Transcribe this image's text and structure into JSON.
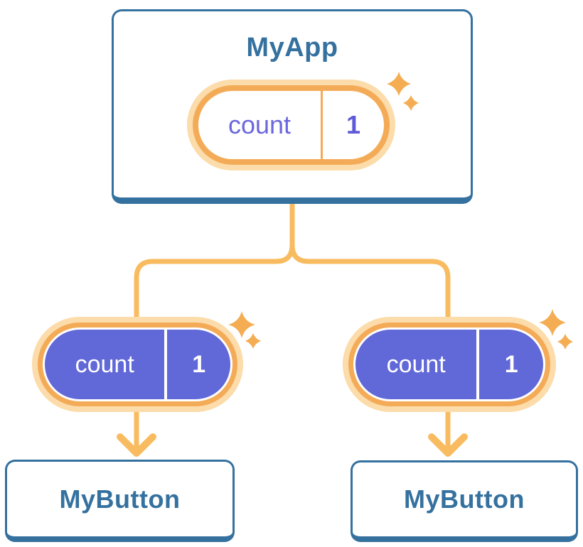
{
  "root": {
    "title": "MyApp",
    "pill": {
      "label": "count",
      "value": "1"
    }
  },
  "children": [
    {
      "title": "MyButton",
      "pill": {
        "label": "count",
        "value": "1"
      }
    },
    {
      "title": "MyButton",
      "pill": {
        "label": "count",
        "value": "1"
      }
    }
  ],
  "icons": {
    "sparkle": "sparkle-icon",
    "arrow": "arrow-down-icon"
  },
  "colors": {
    "card_border_blue": "#35719f",
    "card_text_blue": "#35719f",
    "connector_orange": "#f9bb5f",
    "pill_border_orange": "#f4ab57",
    "pill_halo_orange": "#fbdcaa",
    "pill_fill_purple": "#6168d8",
    "pill_text_purple": "#6b67de",
    "pill_text_white": "#ffffff",
    "background": "#ffffff"
  }
}
